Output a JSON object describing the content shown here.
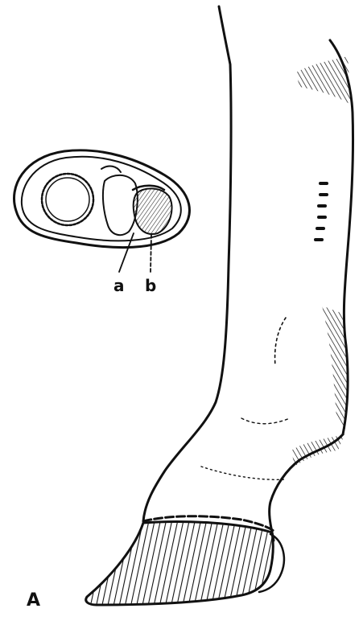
{
  "figure": {
    "panel_label": "A",
    "cross_section": {
      "labels": [
        "a",
        "b"
      ]
    }
  },
  "colors": {
    "ink": "#111111",
    "paper": "#ffffff"
  }
}
